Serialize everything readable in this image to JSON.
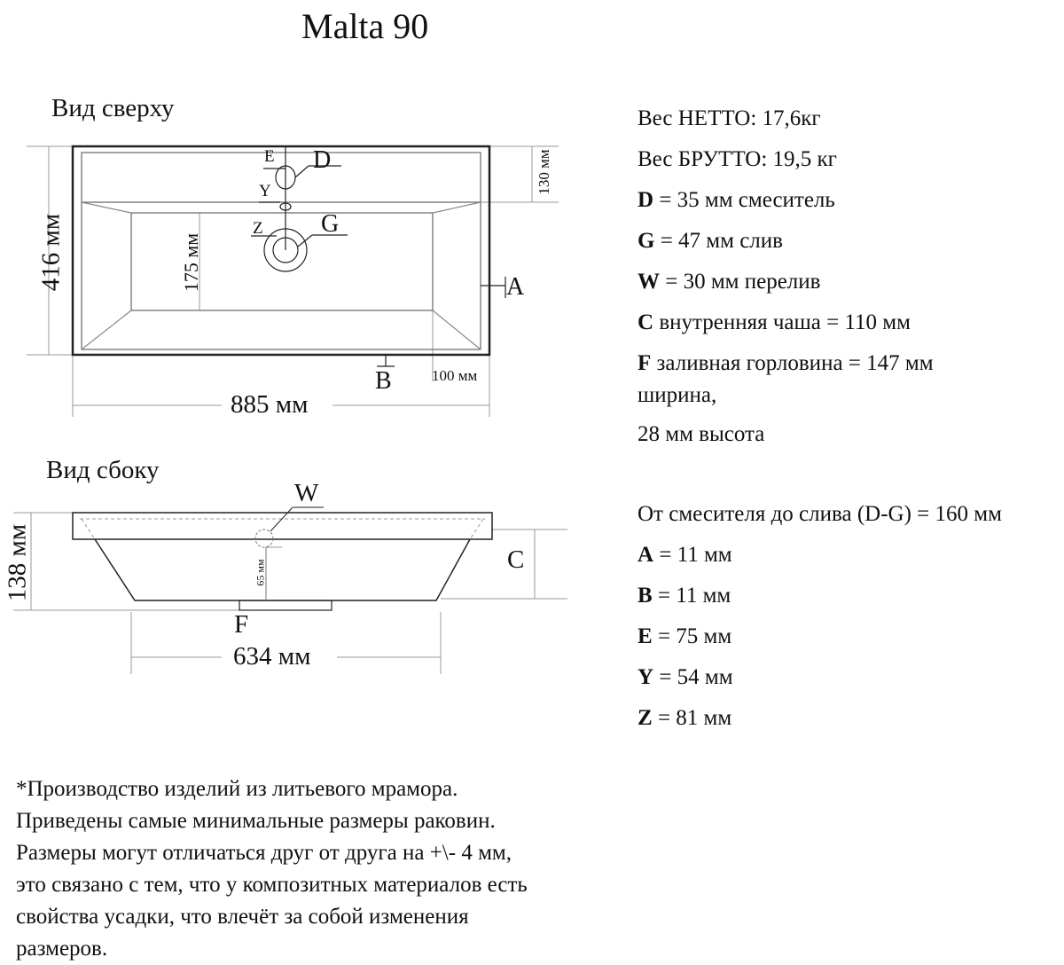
{
  "title": "Malta 90",
  "top_view": {
    "label": "Вид сверху",
    "width": "885 мм",
    "depth": "416 мм",
    "bowl_depth": "175 мм",
    "rim_depth": "130 мм",
    "edge_offset": "100 мм",
    "markers": {
      "E": "E",
      "D": "D",
      "Y": "Y",
      "Z": "Z",
      "G": "G",
      "A": "A",
      "B": "B"
    }
  },
  "side_view": {
    "label": "Вид сбоку",
    "height": "138 мм",
    "overflow_height": "65 мм",
    "bottom_width": "634 мм",
    "markers": {
      "W": "W",
      "C": "C",
      "F": "F"
    }
  },
  "specs": [
    {
      "key": "",
      "text": "Вес НЕТТО: 17,6кг"
    },
    {
      "key": "",
      "text": "Вес БРУТТО: 19,5 кг"
    },
    {
      "key": "D",
      "text": " = 35 мм смеситель"
    },
    {
      "key": "G",
      "text": " = 47 мм слив"
    },
    {
      "key": "W",
      "text": " = 30 мм перелив"
    },
    {
      "key": "C",
      "text": " внутренняя чаша = 110 мм"
    },
    {
      "key": "F",
      "text": " заливная горловина = 147 мм"
    },
    {
      "key": "",
      "text": "ширина,"
    },
    {
      "key": "",
      "text": "28 мм высота"
    },
    {
      "key": "",
      "text": "От смесителя до слива (D-G) = 160 мм"
    },
    {
      "key": "A",
      "text": " = 11 мм"
    },
    {
      "key": "B",
      "text": " = 11 мм"
    },
    {
      "key": "E",
      "text": " = 75 мм"
    },
    {
      "key": "Y",
      "text": " = 54 мм"
    },
    {
      "key": "Z",
      "text": " = 81 мм"
    }
  ],
  "note": [
    "*Производство изделий из литьевого мрамора.",
    "Приведены самые минимальные размеры раковин.",
    "Размеры могут отличаться друг от друга на +\\- 4 мм,",
    "это связано с тем, что у композитных материалов есть",
    "свойства усадки, что влечёт за собой изменения",
    "размеров."
  ]
}
